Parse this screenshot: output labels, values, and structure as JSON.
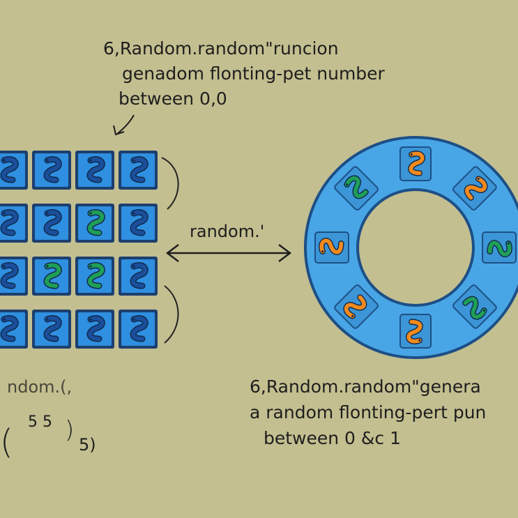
{
  "top_note": {
    "lines": [
      "6,Random.random\"runcion",
      "genadom flonting-pet number",
      "between 0,0"
    ]
  },
  "arrow_label": "random.'",
  "bottom_left": {
    "line1": "ndom.(,",
    "numbers": "5 5",
    "open_paren": "(",
    "close_paren": ")",
    "subscript": "5)"
  },
  "bottom_right": {
    "lines": [
      "6,Random.random\"genera",
      "a random flonting-pert pun",
      "between 0 &c 1"
    ]
  },
  "grid": {
    "rows": 4,
    "cols": 4,
    "green_tiles": [
      [
        1,
        2
      ],
      [
        2,
        1
      ],
      [
        2,
        2
      ]
    ],
    "tile_icon": "python-snake-icon"
  },
  "ring": {
    "icons": [
      {
        "color": "#f28a1e",
        "name": "orange-snake-icon"
      },
      {
        "color": "#f28a1e",
        "name": "orange-snake-icon"
      },
      {
        "color": "#1f9e58",
        "name": "green-snake-icon"
      },
      {
        "color": "#1f9e58",
        "name": "green-snake-icon"
      },
      {
        "color": "#f28a1e",
        "name": "orange-snake-icon"
      },
      {
        "color": "#f28a1e",
        "name": "orange-snake-icon"
      },
      {
        "color": "#f28a1e",
        "name": "orange-snake-icon"
      },
      {
        "color": "#1f9e58",
        "name": "green-snake-icon"
      }
    ]
  },
  "colors": {
    "background": "#c3bf90",
    "tile_blue": "#2f8fe0",
    "ring_blue": "#49a6e6",
    "tile_border": "#1d4f86",
    "snake_blue": "#1b4f9c",
    "snake_green": "#1f9e58",
    "snake_orange": "#f28a1e"
  }
}
